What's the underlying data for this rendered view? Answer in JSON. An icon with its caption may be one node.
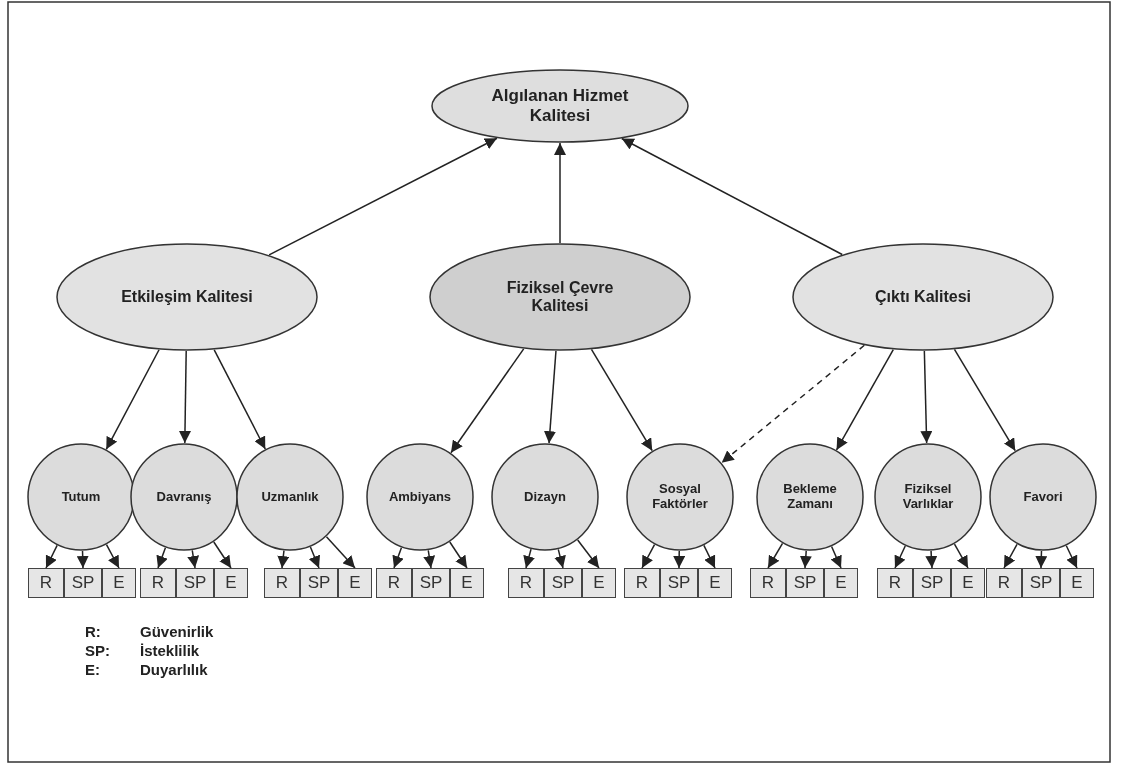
{
  "diagram": {
    "nodes": [
      {
        "text": [
          "Algılanan Hizmet Kalitesi"
        ]
      },
      {
        "text": [
          "Etkileşim Kalitesi"
        ]
      },
      {
        "text": [
          "Fiziksel Çevre Kalitesi"
        ]
      },
      {
        "text": [
          "Çıktı Kalitesi"
        ]
      },
      {
        "text": [
          "Tutum"
        ]
      },
      {
        "text": [
          "Davranış"
        ]
      },
      {
        "text": [
          "Uzmanlık"
        ]
      },
      {
        "text": [
          "Ambiyans"
        ]
      },
      {
        "text": [
          "Dizayn"
        ]
      },
      {
        "text": [
          "Sosyal Faktörler"
        ]
      },
      {
        "text": [
          "Bekleme Zamanı"
        ]
      },
      {
        "text": [
          "Fiziksel Varlıklar"
        ]
      },
      {
        "text": [
          "Favori"
        ]
      },
      {
        "text": [
          "R"
        ]
      },
      {
        "text": [
          "SP"
        ]
      },
      {
        "text": [
          "E"
        ]
      },
      {
        "text": [
          "R"
        ]
      },
      {
        "text": [
          "SP"
        ]
      },
      {
        "text": [
          "E"
        ]
      },
      {
        "text": [
          "R"
        ]
      },
      {
        "text": [
          "SP"
        ]
      },
      {
        "text": [
          "E"
        ]
      },
      {
        "text": [
          "R"
        ]
      },
      {
        "text": [
          "SP"
        ]
      },
      {
        "text": [
          "E"
        ]
      },
      {
        "text": [
          "R"
        ]
      },
      {
        "text": [
          "SP"
        ]
      },
      {
        "text": [
          "E"
        ]
      },
      {
        "text": [
          "R"
        ]
      },
      {
        "text": [
          "SP"
        ]
      },
      {
        "text": [
          "E"
        ]
      },
      {
        "text": [
          "R"
        ]
      },
      {
        "text": [
          "SP"
        ]
      },
      {
        "text": [
          "E"
        ]
      },
      {
        "text": [
          "R"
        ]
      },
      {
        "text": [
          "SP"
        ]
      },
      {
        "text": [
          "E"
        ]
      },
      {
        "text": [
          "R"
        ]
      },
      {
        "text": [
          "SP"
        ]
      },
      {
        "text": [
          "E"
        ]
      }
    ],
    "edges": [
      {
        "from": 1,
        "to": 0,
        "arrow": "to"
      },
      {
        "from": 2,
        "to": 0,
        "arrow": "to"
      },
      {
        "from": 3,
        "to": 0,
        "arrow": "to"
      },
      {
        "from": 1,
        "to": 4,
        "arrow": "to"
      },
      {
        "from": 1,
        "to": 5,
        "arrow": "to"
      },
      {
        "from": 1,
        "to": 6,
        "arrow": "to"
      },
      {
        "from": 2,
        "to": 7,
        "arrow": "to"
      },
      {
        "from": 2,
        "to": 8,
        "arrow": "to"
      },
      {
        "from": 2,
        "to": 9,
        "arrow": "to"
      },
      {
        "from": 3,
        "to": 9,
        "arrow": "to",
        "style": "dashed"
      },
      {
        "from": 3,
        "to": 10,
        "arrow": "to"
      },
      {
        "from": 3,
        "to": 11,
        "arrow": "to"
      },
      {
        "from": 3,
        "to": 12,
        "arrow": "to"
      },
      {
        "from": 4,
        "to": 13,
        "arrow": "to"
      },
      {
        "from": 4,
        "to": 14,
        "arrow": "to"
      },
      {
        "from": 4,
        "to": 15,
        "arrow": "to"
      },
      {
        "from": 5,
        "to": 16,
        "arrow": "to"
      },
      {
        "from": 5,
        "to": 17,
        "arrow": "to"
      },
      {
        "from": 5,
        "to": 18,
        "arrow": "to"
      },
      {
        "from": 6,
        "to": 19,
        "arrow": "to"
      },
      {
        "from": 6,
        "to": 20,
        "arrow": "to"
      },
      {
        "from": 6,
        "to": 21,
        "arrow": "to"
      },
      {
        "from": 7,
        "to": 22,
        "arrow": "to"
      },
      {
        "from": 7,
        "to": 23,
        "arrow": "to"
      },
      {
        "from": 7,
        "to": 24,
        "arrow": "to"
      },
      {
        "from": 8,
        "to": 25,
        "arrow": "to"
      },
      {
        "from": 8,
        "to": 26,
        "arrow": "to"
      },
      {
        "from": 8,
        "to": 27,
        "arrow": "to"
      },
      {
        "from": 9,
        "to": 28,
        "arrow": "to"
      },
      {
        "from": 9,
        "to": 29,
        "arrow": "to"
      },
      {
        "from": 9,
        "to": 30,
        "arrow": "to"
      },
      {
        "from": 10,
        "to": 31,
        "arrow": "to"
      },
      {
        "from": 10,
        "to": 32,
        "arrow": "to"
      },
      {
        "from": 10,
        "to": 33,
        "arrow": "to"
      },
      {
        "from": 11,
        "to": 34,
        "arrow": "to"
      },
      {
        "from": 11,
        "to": 35,
        "arrow": "to"
      },
      {
        "from": 11,
        "to": 36,
        "arrow": "to"
      },
      {
        "from": 12,
        "to": 37,
        "arrow": "to"
      },
      {
        "from": 12,
        "to": 38,
        "arrow": "to"
      },
      {
        "from": 12,
        "to": 39,
        "arrow": "to"
      }
    ],
    "labels": [
      "R:",
      "Güvenirlik",
      "SP:",
      "İsteklilik",
      "E:",
      "Duyarlılık"
    ]
  }
}
